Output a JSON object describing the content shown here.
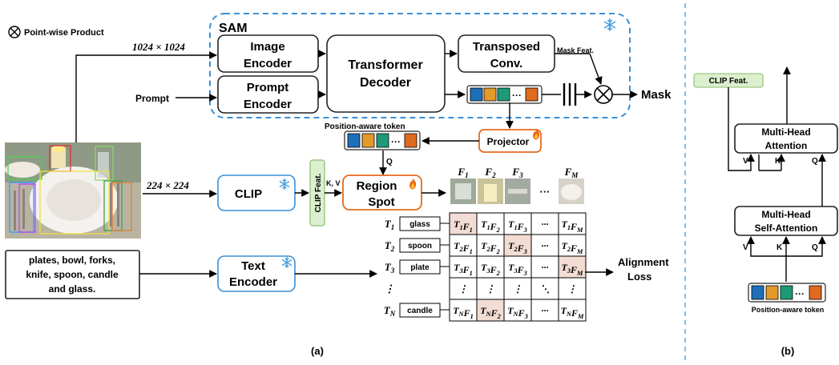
{
  "legend": {
    "symbol": "⊗",
    "text": "Point-wise Product"
  },
  "sam": {
    "title": "SAM",
    "size": "1024 × 1024",
    "image_encoder": [
      "Image",
      "Encoder"
    ],
    "prompt_encoder": [
      "Prompt",
      "Encoder"
    ],
    "transformer": [
      "Transformer",
      "Decoder"
    ],
    "transposed": [
      "Transposed",
      "Conv."
    ],
    "mask_feat": "Mask Feat.",
    "mask": "Mask",
    "prompt": "Prompt"
  },
  "flow": {
    "pos_token": "Position-aware token",
    "projector": "Projector",
    "q": "Q",
    "kv": "K, V",
    "region": [
      "Region",
      "Spot"
    ],
    "clip_size": "224 × 224",
    "clip": "CLIP",
    "clip_feat": "CLIP Feat.",
    "text_encoder": [
      "Text",
      "Encoder"
    ],
    "text_input": [
      "plates, bowl, forks,",
      "knife, spoon, candle",
      "and glass."
    ],
    "alignment": [
      "Alignment",
      "Loss"
    ],
    "caption_a": "(a)"
  },
  "matrix": {
    "f_labels": [
      "F1",
      "F2",
      "F3",
      "FM"
    ],
    "t_labels": [
      "T1",
      "T2",
      "T3",
      "⋮",
      "TN"
    ],
    "words": [
      "glass",
      "spoon",
      "plate",
      "",
      "candle"
    ],
    "rows": [
      [
        "T1F1",
        "T1F2",
        "T1F3",
        "···",
        "T1FM"
      ],
      [
        "T2F1",
        "T2F2",
        "T2F3",
        "···",
        "T2FM"
      ],
      [
        "T3F1",
        "T3F2",
        "T3F3",
        "···",
        "T3FM"
      ],
      [
        "⋮",
        "⋮",
        "⋮",
        "⋱",
        "⋮"
      ],
      [
        "TNF1",
        "TNF2",
        "TNF3",
        "···",
        "TNFM"
      ]
    ],
    "highlight": [
      [
        0,
        0
      ],
      [
        1,
        2
      ],
      [
        2,
        4
      ],
      [
        4,
        1
      ]
    ],
    "highlight_color": "#f2dcd3"
  },
  "panel_b": {
    "clip_feat": "CLIP Feat.",
    "mha": [
      "Multi-Head",
      "Attention"
    ],
    "msa": [
      "Multi-Head",
      "Self-Attention"
    ],
    "v": "V",
    "k": "K",
    "q": "Q",
    "pos_token": "Position-aware token",
    "caption": "(b)"
  },
  "colors": {
    "token": [
      "#1f6fb8",
      "#e39a2b",
      "#1e9a78",
      "#ffffff",
      "#e06a1e"
    ],
    "sam_border": "#3a8fd6",
    "clip_feat_fill": "#dcefcf",
    "accent": "#e46b1c"
  },
  "icons": [
    "snowflake-icon",
    "fire-icon"
  ]
}
